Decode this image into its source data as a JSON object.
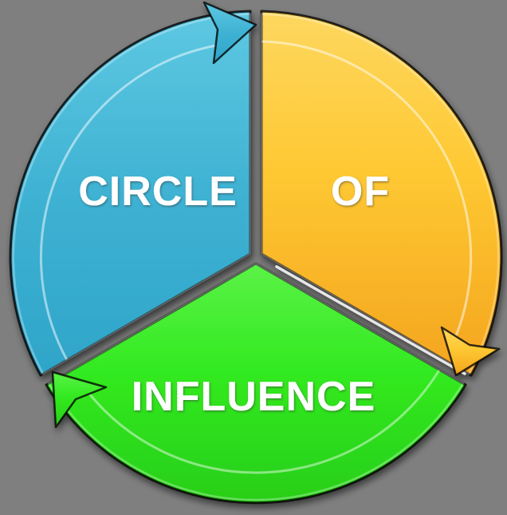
{
  "background_color": "#7F7F7F",
  "diagram": {
    "type": "cycle",
    "flow_direction": "clockwise",
    "label_color": "#FFFFFF",
    "segments": [
      {
        "id": "circle",
        "label": "CIRCLE",
        "position": "upper-left",
        "base_color": "#3EB1D2",
        "gradient": [
          "#5EC8E2",
          "#3FB2D3",
          "#2EA5C9"
        ]
      },
      {
        "id": "of",
        "label": "OF",
        "position": "upper-right",
        "base_color": "#FEC832",
        "gradient": [
          "#FDD75F",
          "#FEC832",
          "#F4A41E"
        ]
      },
      {
        "id": "influence",
        "label": "INFLUENCE",
        "position": "bottom",
        "base_color": "#32EA20",
        "gradient": [
          "#5BF247",
          "#32EA20",
          "#28CE18"
        ]
      }
    ]
  }
}
